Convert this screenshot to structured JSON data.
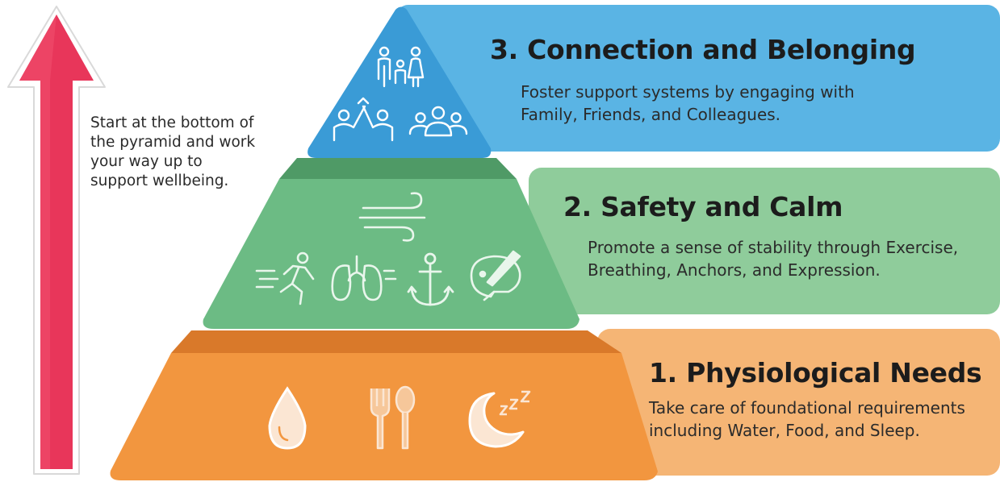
{
  "instruction": "Start at the bottom of the pyramid and work your way up to support wellbeing.",
  "levels": [
    {
      "title": "3. Connection and Belonging",
      "description": "Foster support systems by engaging with Family, Friends, and Colleagues.",
      "color": "#4aa8dc",
      "icons": [
        "family-icon",
        "high-five-icon",
        "group-icon"
      ]
    },
    {
      "title": "2. Safety and Calm",
      "description": "Promote a sense of stability through Exercise, Breathing, Anchors, and Expression.",
      "color": "#6cbb84",
      "icons": [
        "wind-icon",
        "running-person-icon",
        "lungs-icon",
        "anchor-icon",
        "paint-palette-icon"
      ]
    },
    {
      "title": "1. Physiological Needs",
      "description": "Take care of foundational requirements including Water, Food, and Sleep.",
      "color": "#f2963f",
      "icons": [
        "water-drop-icon",
        "fork-spoon-icon",
        "moon-sleep-icon"
      ]
    }
  ],
  "arrow_color": "#e8365a"
}
